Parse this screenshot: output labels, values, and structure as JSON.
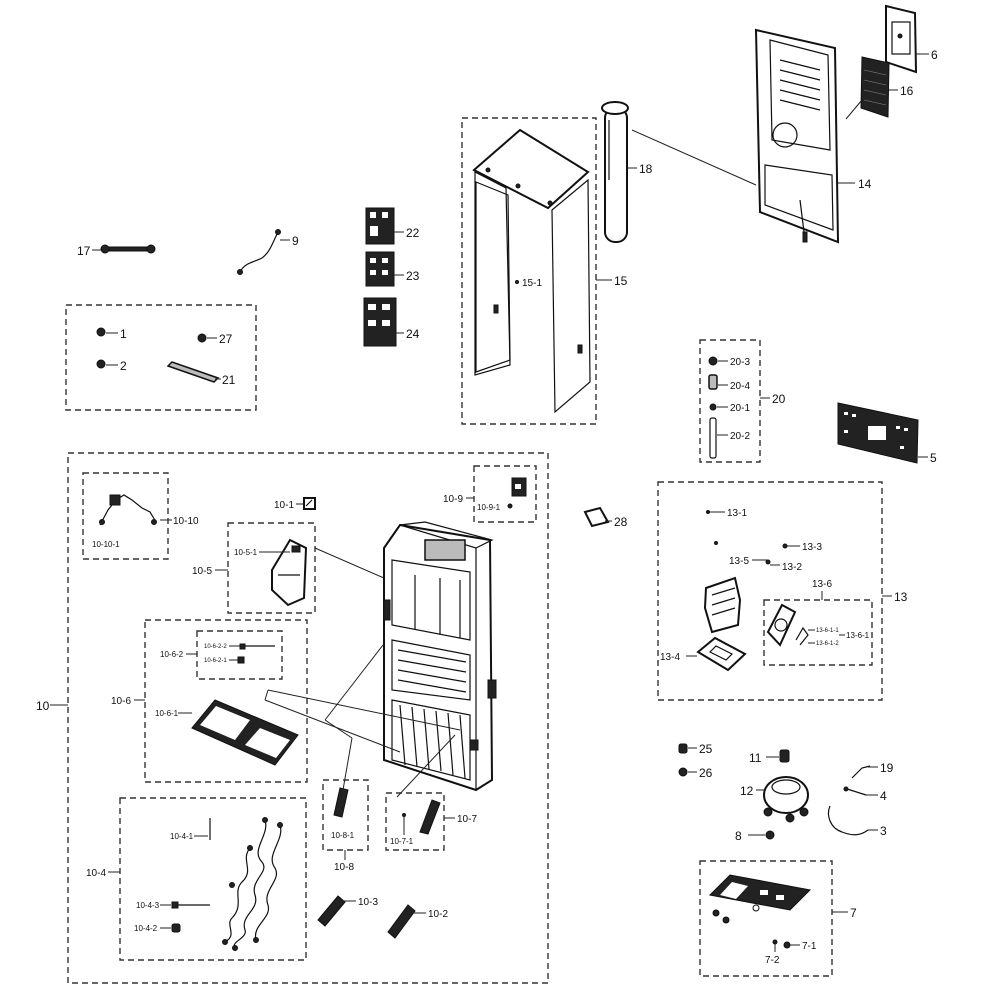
{
  "labels": {
    "l1": "1",
    "l2": "2",
    "l3": "3",
    "l4": "4",
    "l5": "5",
    "l6": "6",
    "l7": "7",
    "l8": "8",
    "l9": "9",
    "l10": "10",
    "l10_1": "10-1",
    "l10_2": "10-2",
    "l10_3": "10-3",
    "l10_4": "10-4",
    "l10_4_1": "10-4-1",
    "l10_4_2": "10-4-2",
    "l10_4_3": "10-4-3",
    "l10_5": "10-5",
    "l10_5_1": "10-5-1",
    "l10_6": "10-6",
    "l10_6_1": "10-6-1",
    "l10_6_2": "10-6-2",
    "l10_6_2_1": "10-6-2-1",
    "l10_6_2_2": "10-6-2-2",
    "l10_7": "10-7",
    "l10_7_1": "10-7-1",
    "l10_8": "10-8",
    "l10_8_1": "10-8-1",
    "l10_9": "10-9",
    "l10_9_1": "10-9-1",
    "l10_10": "10-10",
    "l10_10_1": "10-10-1",
    "l11": "11",
    "l12": "12",
    "l13": "13",
    "l13_1": "13-1",
    "l13_2": "13-2",
    "l13_3": "13-3",
    "l13_4": "13-4",
    "l13_5": "13-5",
    "l13_6": "13-6",
    "l13_6_1": "13-6-1",
    "l13_6_1_1": "13-6-1-1",
    "l13_6_1_2": "13-6-1-2",
    "l14": "14",
    "l15": "15",
    "l15_1": "15-1",
    "l16": "16",
    "l17": "17",
    "l18": "18",
    "l19": "19",
    "l20": "20",
    "l20_1": "20-1",
    "l20_2": "20-2",
    "l20_3": "20-3",
    "l20_4": "20-4",
    "l21": "21",
    "l22": "22",
    "l23": "23",
    "l24": "24",
    "l25": "25",
    "l26": "26",
    "l27": "27",
    "l28": "28",
    "l7_1": "7-1",
    "l7_2": "7-2"
  }
}
